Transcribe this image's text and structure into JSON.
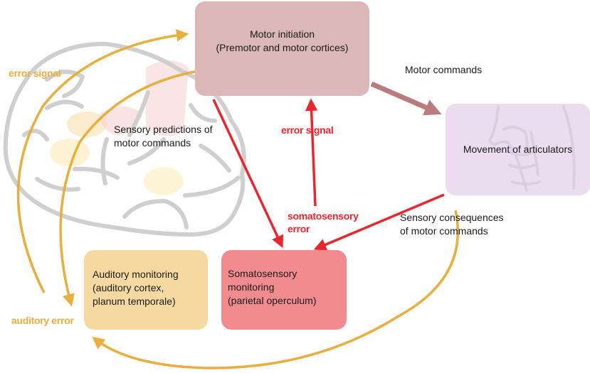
{
  "boxes": {
    "motor_initiation": {
      "line1": "Motor initiation",
      "line2": "(Premotor and motor cortices)"
    },
    "movement_of_articulators": {
      "line1": "Movement of articulators"
    },
    "auditory_monitoring": {
      "line1": "Auditory monitoring",
      "line2": "(auditory cortex,",
      "line3": "planum temporale)"
    },
    "somatosensory_monitoring": {
      "line1": "Somatosensory",
      "line2": "monitoring",
      "line3": "(parietal operculum)"
    }
  },
  "labels": {
    "motor_commands": "Motor commands",
    "sensory_predictions": {
      "line1": "Sensory predictions of",
      "line2": "motor commands"
    },
    "sensory_consequences": {
      "line1": "Sensory consequences",
      "line2": "of motor commands"
    },
    "error_signal_red": "error signal",
    "somatosensory_error": {
      "line1": "somatosensory",
      "line2": "error"
    },
    "error_signal_orange": "error signal",
    "auditory_error": "auditory error"
  },
  "colors": {
    "red_arrow": "#e8262d",
    "orange_arrow": "#e8ae3e",
    "motor_arrow": "#b97b7b",
    "brain_outline": "#cfcfcf",
    "motor_box": "#dbb7b7",
    "articulators_box": "#e8d7ec",
    "auditory_box": "#f6d9a0",
    "somatosensory_box": "#f28b8f"
  },
  "illustrations": [
    "brain-outline-icon",
    "head-profile-icon"
  ]
}
